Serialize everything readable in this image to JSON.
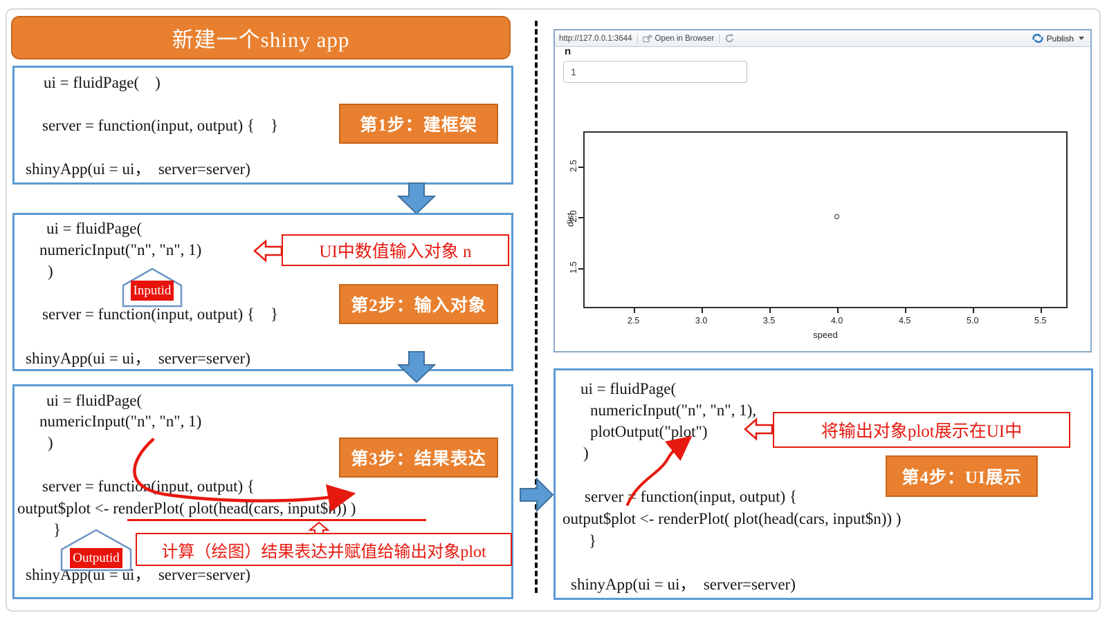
{
  "title": "新建一个shiny app",
  "colors": {
    "accent_blue": "#5B9BD5",
    "accent_orange": "#E8802F",
    "accent_red": "#E6190F"
  },
  "step1": {
    "label": "第1步：建框架",
    "code": [
      "ui = fluidPage(    )",
      "server = function(input, output) {    }",
      "shinyApp(ui = ui，  server=server)"
    ]
  },
  "step2": {
    "label": "第2步：输入对象",
    "annotation": "UI中数值输入对象 n",
    "callout": "Inputid",
    "code": [
      "ui = fluidPage(",
      "numericInput(\"n\", \"n\", 1)",
      ")",
      "server = function(input, output) {    }",
      "shinyApp(ui = ui，  server=server)"
    ]
  },
  "step3": {
    "label": "第3步：结果表达",
    "annotation": "计算（绘图）结果表达并赋值给输出对象plot",
    "callout": "Outputid",
    "code": [
      "ui = fluidPage(",
      "numericInput(\"n\", \"n\", 1)",
      ")",
      "server = function(input, output) {",
      "output$plot <- renderPlot( plot(head(cars, input$n)) )",
      "}",
      "shinyApp(ui = ui，  server=server)"
    ]
  },
  "step4": {
    "label": "第4步：UI展示",
    "annotation": "将输出对象plot展示在UI中",
    "code": [
      "ui = fluidPage(",
      "numericInput(\"n\", \"n\", 1),",
      "plotOutput(\"plot\")",
      ")",
      "server = function(input, output) {",
      "output$plot <- renderPlot( plot(head(cars, input$n)) )",
      "}",
      "shinyApp(ui = ui，  server=server)"
    ]
  },
  "browser": {
    "url": "http://127.0.0.1:3644",
    "open_in_browser": "Open in Browser",
    "publish": "Publish",
    "input_label": "n",
    "input_value": "1"
  },
  "chart_data": {
    "type": "scatter",
    "title": "",
    "xlabel": "speed",
    "ylabel": "dist",
    "x": [
      4.0
    ],
    "y": [
      2.0
    ],
    "x_ticks": [
      2.5,
      3.0,
      3.5,
      4.0,
      4.5,
      5.0,
      5.5
    ],
    "y_ticks": [
      1.5,
      2.0,
      2.5
    ],
    "xlim": [
      2.14,
      5.69
    ],
    "ylim": [
      1.12,
      2.83
    ],
    "point_style": "open-circle",
    "grid": false,
    "legend": null
  }
}
